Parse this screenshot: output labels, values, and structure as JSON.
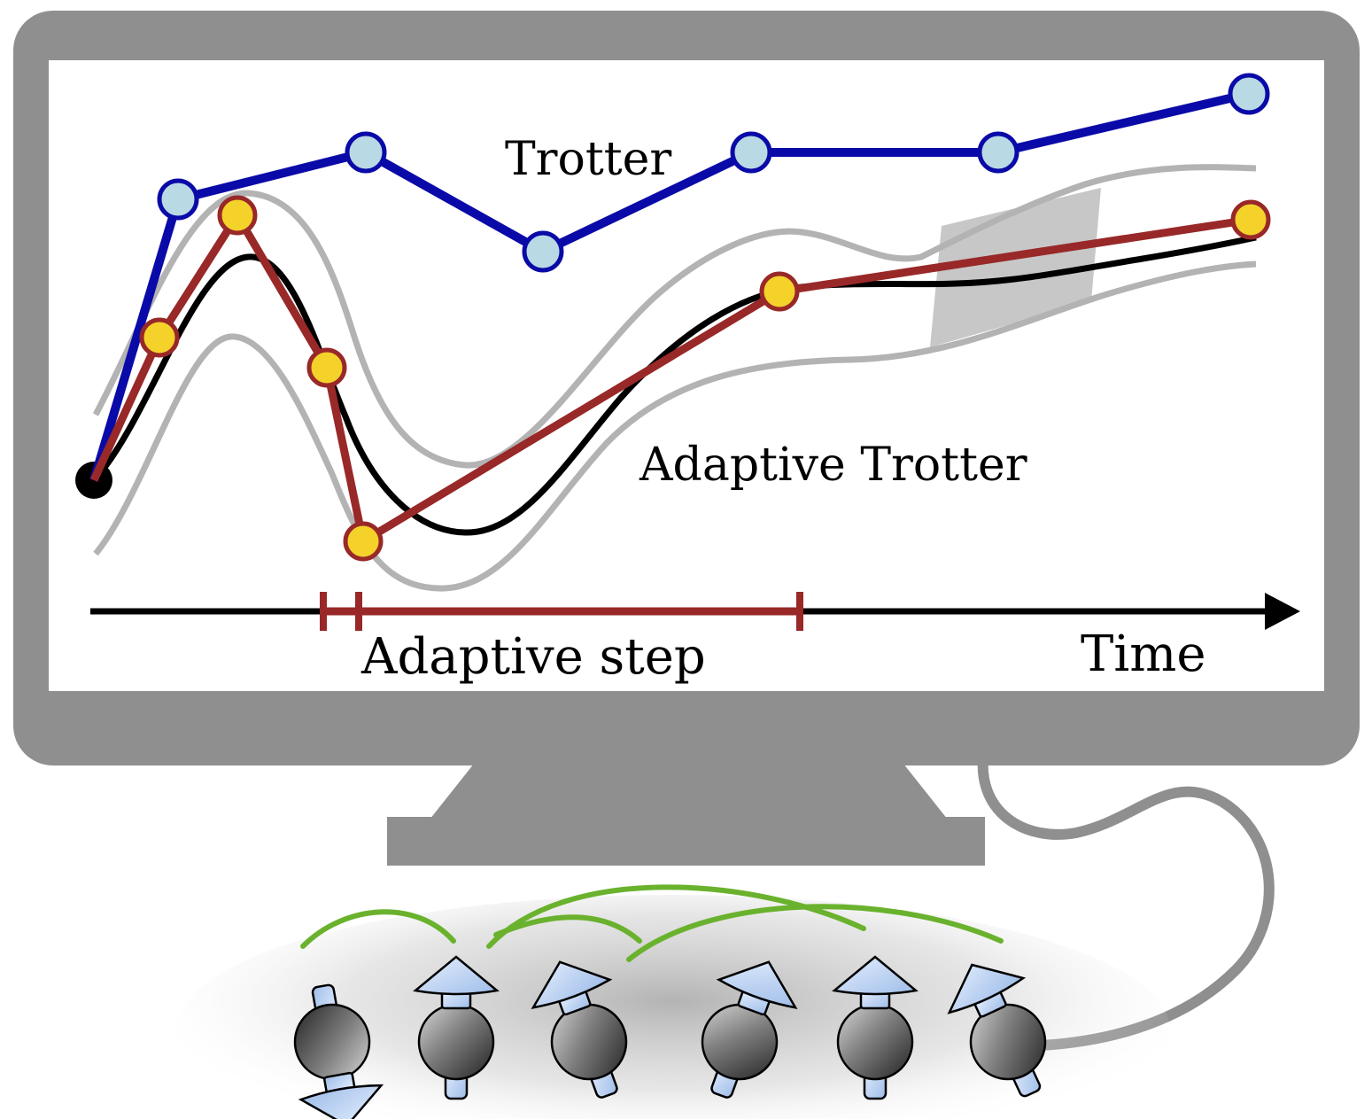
{
  "labels": {
    "trotter": "Trotter",
    "adaptive_trotter": "Adaptive Trotter",
    "adaptive_step": "Adaptive step",
    "time": "Time"
  },
  "colors": {
    "monitor_frame": "#8f8f8f",
    "screen": "#ffffff",
    "trotter_line": "#0a0aa8",
    "trotter_marker_fill": "#b9d9e4",
    "adaptive_line": "#992828",
    "adaptive_marker_fill": "#f4d22a",
    "exact_curve": "#000000",
    "tolerance_band": "#b3b3b3",
    "axis": "#000000",
    "entanglement_arc": "#6ab22e",
    "spin_arrow": "#c5dbff",
    "spin_ball": "#6a6a6a"
  },
  "icons": {
    "monitor": "monitor-icon",
    "spin": "spin-icon",
    "cable": "cable-icon"
  },
  "spins": {
    "count": 6,
    "arrow_angles_deg": [
      170,
      0,
      -20,
      20,
      0,
      -25
    ]
  }
}
